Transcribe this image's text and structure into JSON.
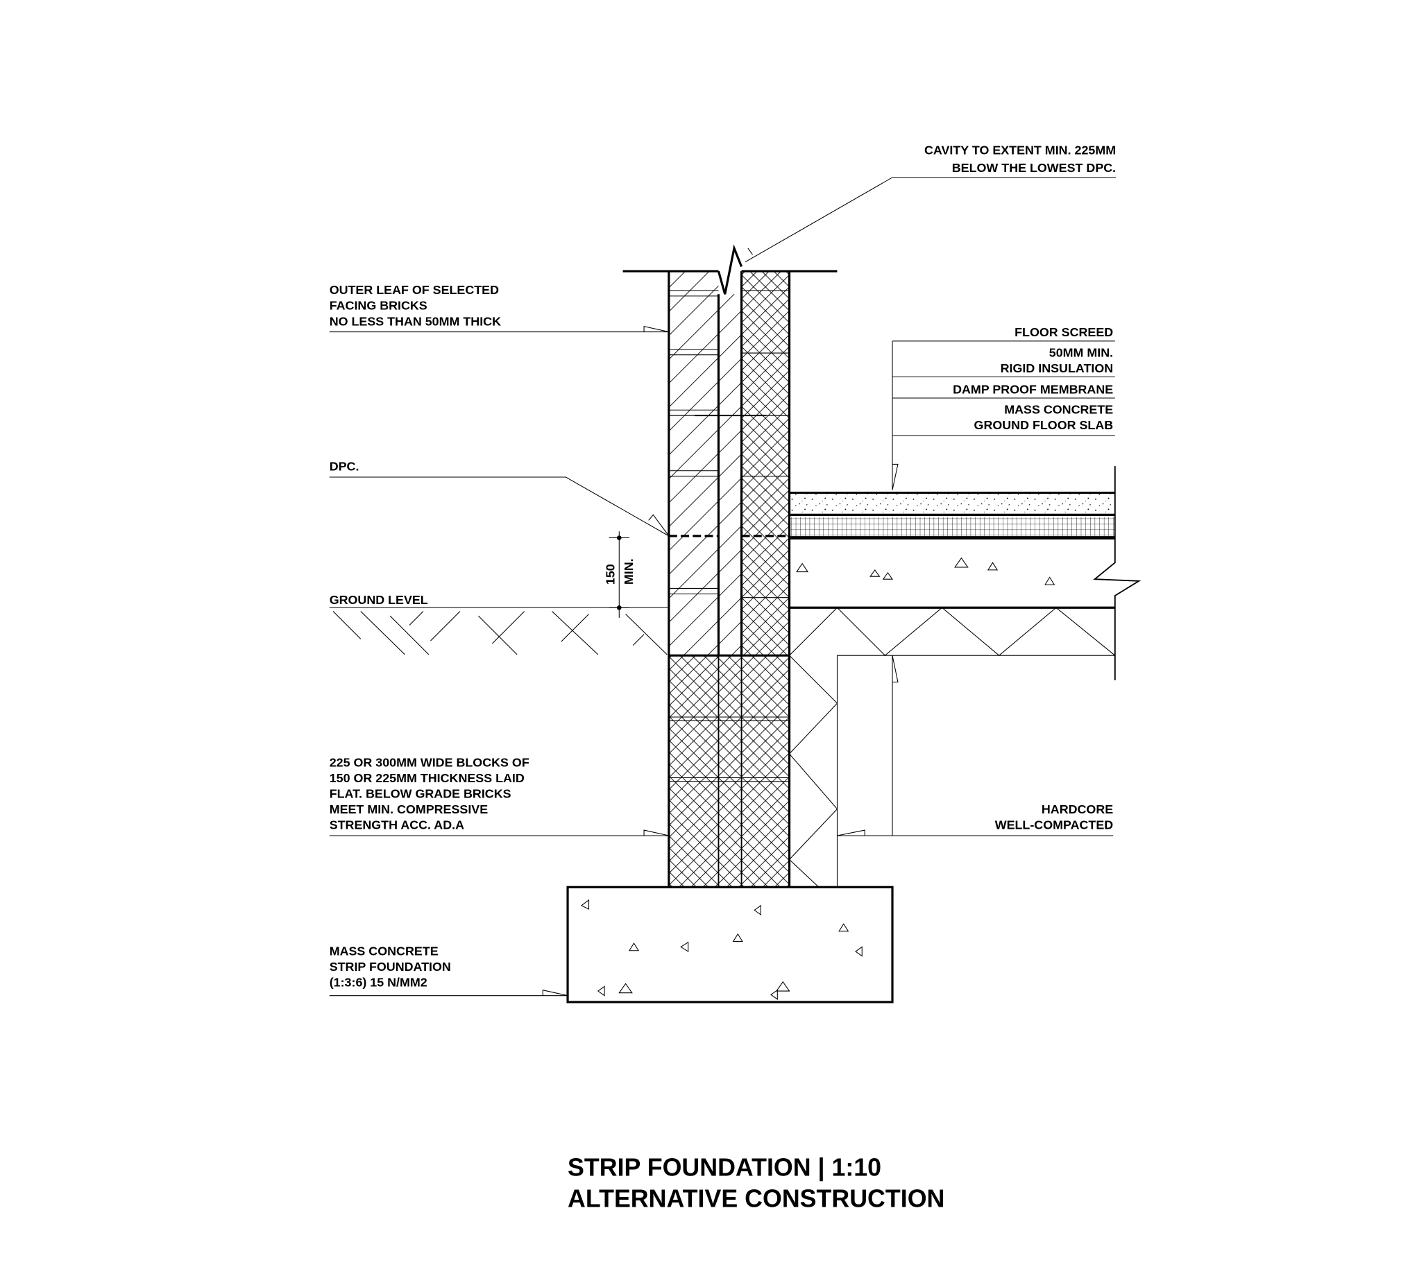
{
  "title": {
    "line1": "STRIP FOUNDATION | 1:10",
    "line2": "ALTERNATIVE CONSTRUCTION"
  },
  "labels_left": {
    "outer_leaf": [
      "OUTER LEAF OF SELECTED",
      "FACING BRICKS",
      "NO LESS THAN 50MM THICK"
    ],
    "dpc": "DPC.",
    "ground_level": "GROUND LEVEL",
    "blocks": [
      "225 OR 300MM WIDE BLOCKS OF",
      "150 OR 225MM THICKNESS LAID",
      "FLAT. BELOW GRADE BRICKS",
      "MEET MIN. COMPRESSIVE",
      "STRENGTH ACC. AD.A"
    ],
    "foundation": [
      "MASS CONCRETE",
      "STRIP FOUNDATION",
      "(1:3:6) 15 N/MM2"
    ]
  },
  "labels_right": {
    "cavity": [
      "CAVITY TO EXTENT MIN. 225MM",
      "BELOW THE LOWEST DPC."
    ],
    "floor_screed": "FLOOR SCREED",
    "insulation": [
      "50MM MIN.",
      "RIGID INSULATION"
    ],
    "dpm": "DAMP PROOF MEMBRANE",
    "slab": [
      "MASS CONCRETE",
      "GROUND FLOOR SLAB"
    ],
    "hardcore": [
      "HARDCORE",
      "WELL-COMPACTED"
    ]
  },
  "dimension": {
    "value": "150",
    "suffix": "MIN."
  }
}
